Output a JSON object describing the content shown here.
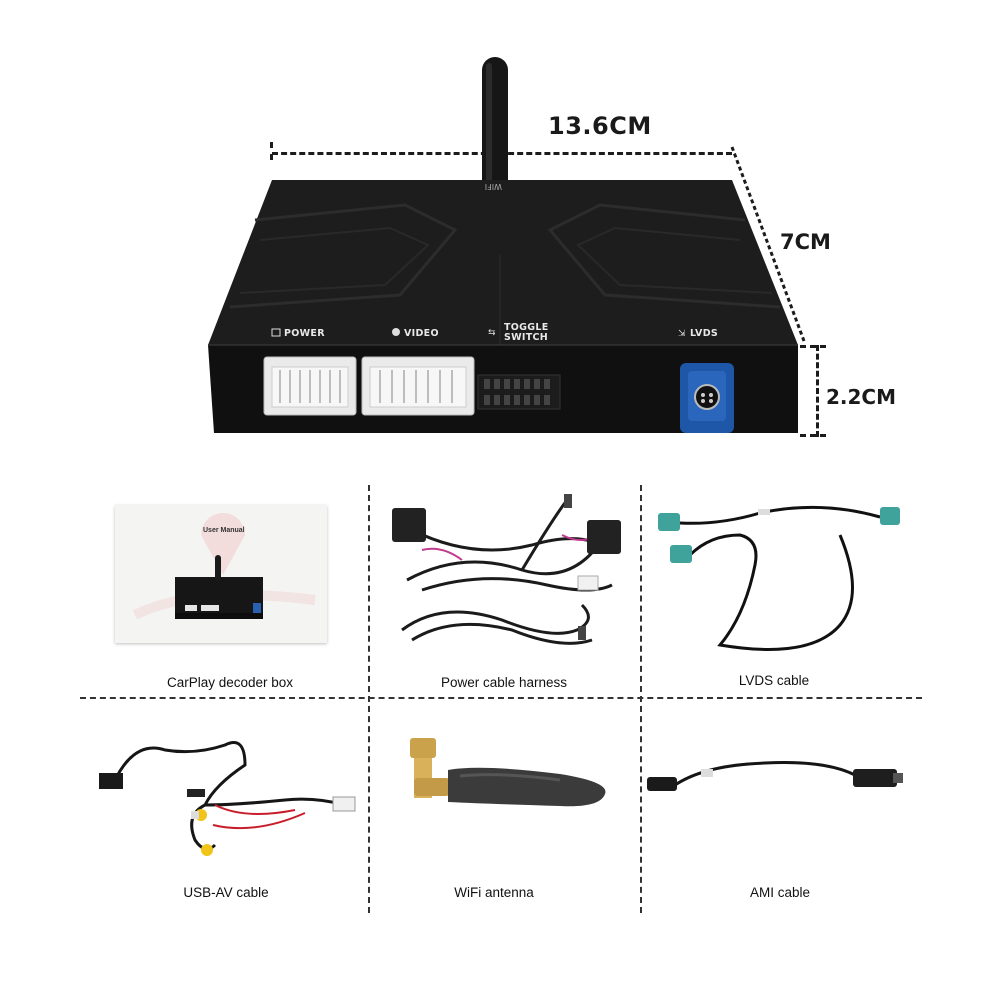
{
  "dimensions": {
    "width": "13.6CM",
    "depth": "7CM",
    "height": "2.2CM"
  },
  "device": {
    "antenna_label": "WIFI",
    "ports": {
      "power": "POWER",
      "video": "VIDEO",
      "toggle_line1": "TOGGLE",
      "toggle_line2": "SWITCH",
      "lvds": "LVDS"
    }
  },
  "manual": {
    "title": "User Manual"
  },
  "items": [
    {
      "label": "CarPlay decoder box"
    },
    {
      "label": "Power cable harness"
    },
    {
      "label": "LVDS cable"
    },
    {
      "label": "USB-AV cable"
    },
    {
      "label": "WiFi antenna"
    },
    {
      "label": "AMI cable"
    }
  ],
  "colors": {
    "device_body": "#141414",
    "connector_white": "#efefef",
    "lvds_blue": "#1f57a8",
    "antenna": "#1a1a1a"
  }
}
